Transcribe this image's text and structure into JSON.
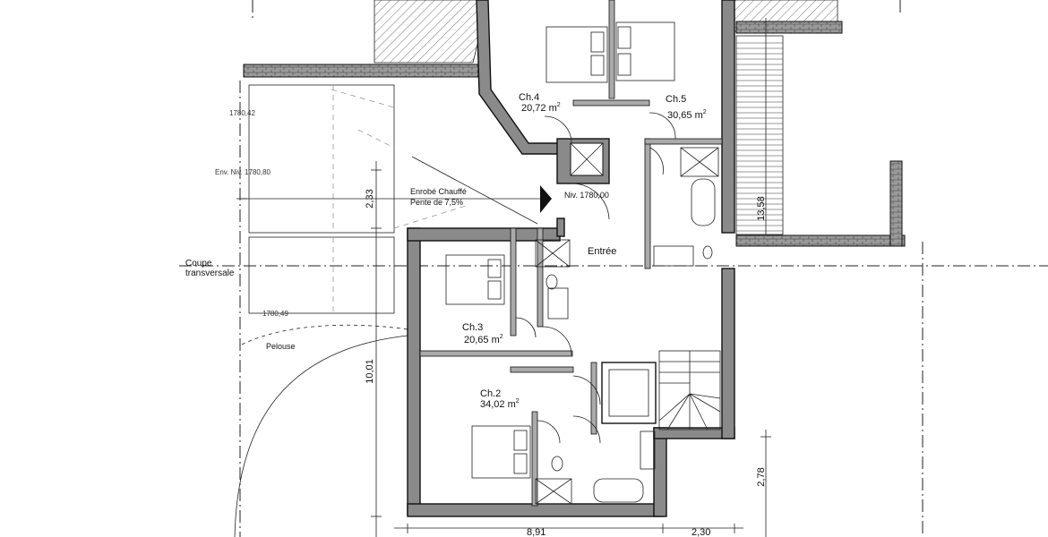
{
  "rooms": {
    "ch4": {
      "name": "Ch.4",
      "area": "20,72 m",
      "sup": "2"
    },
    "ch5": {
      "name": "Ch.5",
      "area": "30,65 m",
      "sup": "2"
    },
    "ch3": {
      "name": "Ch.3",
      "area": "20,65 m",
      "sup": "2"
    },
    "ch2": {
      "name": "Ch.2",
      "area": "34,02 m",
      "sup": "2"
    },
    "entree": {
      "name": "Entrée"
    }
  },
  "annotations": {
    "enrobe_line1": "Enrobé Chauffé",
    "enrobe_line2": "Pente de 7,5%",
    "niv_entree": "Niv. 1780,00",
    "env_niv": "Env. Niv. 1780,80",
    "level_top": "1780,42",
    "level_bottom": "1780,49",
    "coupe_line1": "Coupe",
    "coupe_line2": "transversale",
    "pelouse": "Pelouse"
  },
  "dimensions": {
    "d233": "2,33",
    "d1001": "10,01",
    "d1358": "13,58",
    "d278": "2,78",
    "d891": "8,91",
    "d230": "2,30"
  },
  "colors": {
    "wall_fill": "#8a8a8a",
    "line": "#111111",
    "background": "#ffffff"
  }
}
